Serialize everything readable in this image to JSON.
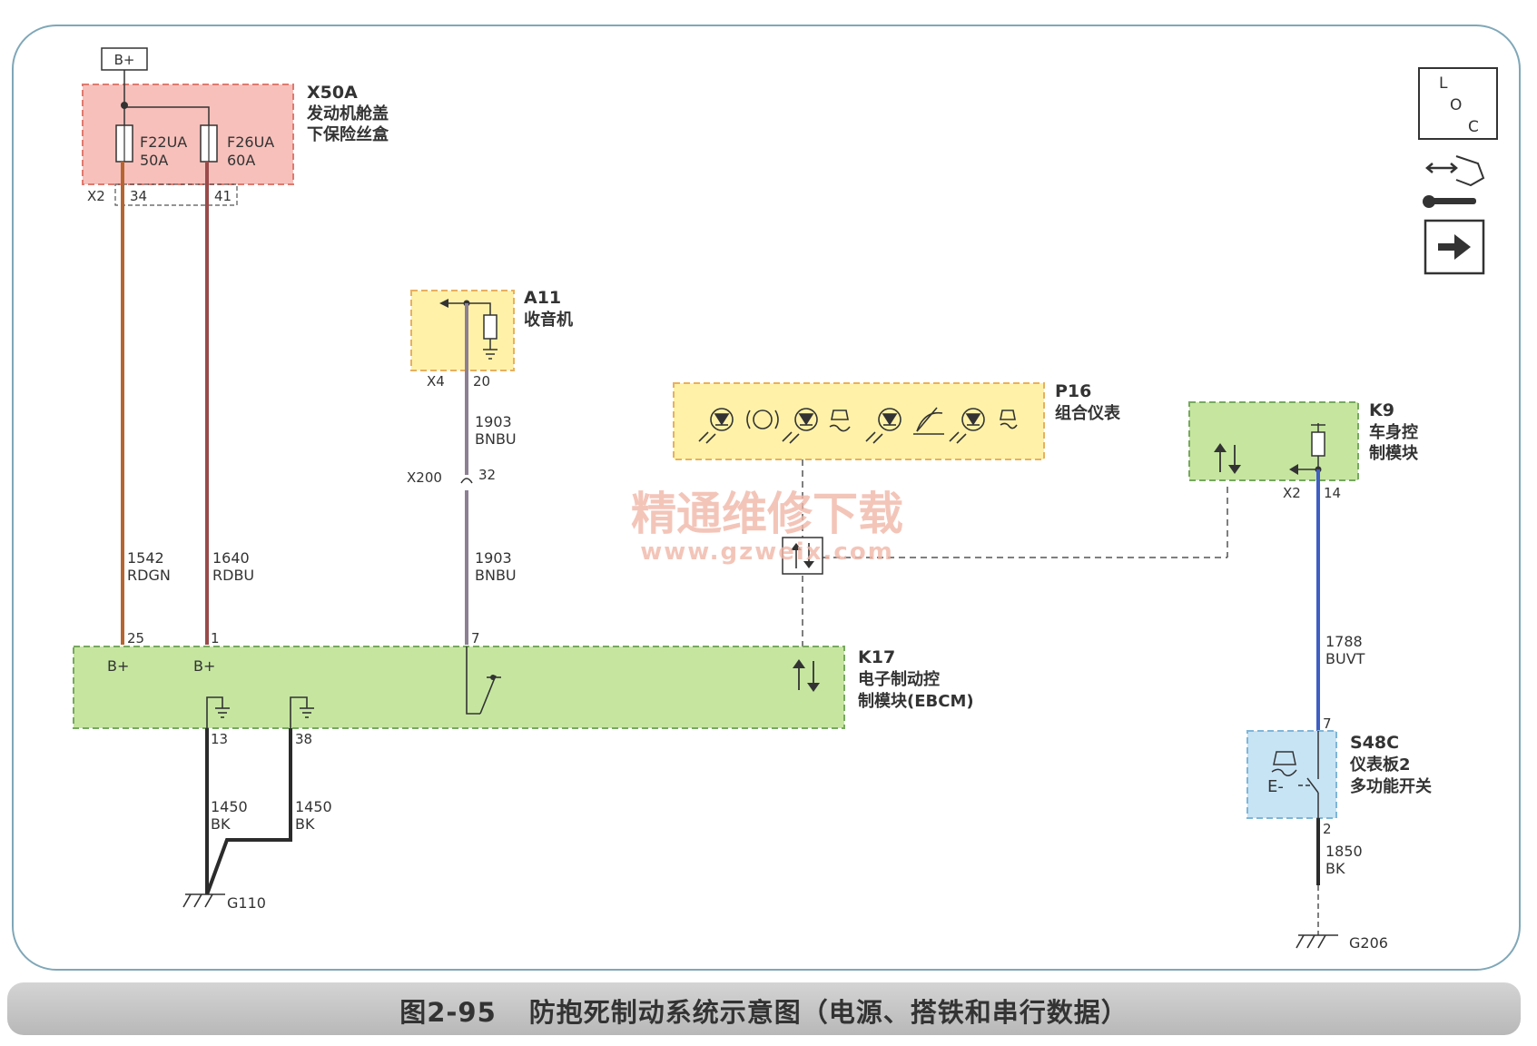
{
  "power_source": "B+",
  "fuse_box": {
    "id": "X50A",
    "name_line1": "发动机舱盖",
    "name_line2": "下保险丝盒",
    "connector": "X2",
    "fuses": [
      {
        "name": "F22UA",
        "rating": "50A",
        "pin": "34"
      },
      {
        "name": "F26UA",
        "rating": "60A",
        "pin": "41"
      }
    ]
  },
  "radio": {
    "id": "A11",
    "name": "收音机",
    "connector": "X4",
    "pin": "20"
  },
  "cluster": {
    "id": "P16",
    "name": "组合仪表"
  },
  "bcm": {
    "id": "K9",
    "name_line1": "车身控",
    "name_line2": "制模块",
    "connector": "X2",
    "pin": "14"
  },
  "ebcm": {
    "id": "K17",
    "name_line1": "电子制动控",
    "name_line2": "制模块(EBCM)",
    "pins": {
      "bplus1": "25",
      "bplus2": "1",
      "data": "7",
      "gnd1": "13",
      "gnd2": "38"
    },
    "bplus_label": "B+"
  },
  "inline_connector": {
    "id": "X200",
    "pin": "32"
  },
  "switch": {
    "id": "S48C",
    "name_line1": "仪表板2",
    "name_line2": "多功能开关",
    "pin_top": "7",
    "pin_bottom": "2",
    "mark": "E-"
  },
  "wires": {
    "w1542": {
      "num": "1542",
      "color": "RDGN"
    },
    "w1640": {
      "num": "1640",
      "color": "RDBU"
    },
    "w1903a": {
      "num": "1903",
      "color": "BNBU"
    },
    "w1903b": {
      "num": "1903",
      "color": "BNBU"
    },
    "w1450a": {
      "num": "1450",
      "color": "BK"
    },
    "w1450b": {
      "num": "1450",
      "color": "BK"
    },
    "w1788": {
      "num": "1788",
      "color": "BUVT"
    },
    "w1850": {
      "num": "1850",
      "color": "BK"
    }
  },
  "grounds": {
    "g1": "G110",
    "g2": "G206"
  },
  "loc_icon": {
    "l": "L",
    "o": "O",
    "c": "C"
  },
  "watermark": {
    "line1": "精通维修下载",
    "line2": "www.gzweix.com"
  },
  "caption": {
    "number": "图2-95",
    "title": "防抱死制动系统示意图（电源、搭铁和串行数据）"
  },
  "colors": {
    "wire_rdgn": "#b5652f",
    "wire_rdbu": "#9a4a4a",
    "wire_bnbu": "#8c7f94",
    "wire_buvt": "#3f5fc4",
    "wire_bk": "#2b2b2b",
    "module_green": "#c6e6a0",
    "module_yellow": "#fff2a8",
    "fuse_red": "#f7c0bb",
    "switch_blue": "#c7e4f5"
  }
}
